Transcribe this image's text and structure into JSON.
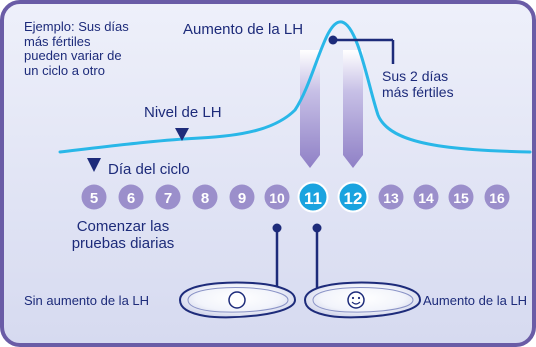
{
  "example_note": [
    "Ejemplo: Sus días",
    "más fértiles",
    "pueden variar de",
    "un ciclo a otro"
  ],
  "lh_surge_label": "Aumento de la LH",
  "fertile_days_label": [
    "Sus 2 días",
    "más fértiles"
  ],
  "lh_level_label": "Nivel de LH",
  "cycle_day_label": "Día del ciclo",
  "days": [
    "5",
    "6",
    "7",
    "8",
    "9",
    "10",
    "11",
    "12",
    "13",
    "14",
    "15",
    "16"
  ],
  "highlighted_days": [
    "11",
    "12"
  ],
  "daily_tests_label": [
    "Comenzar las",
    "pruebas diarias"
  ],
  "no_surge_result_label": "Sin aumento de la LH",
  "surge_result_label": "Aumento de la LH",
  "colors": {
    "background": "#dcdff2",
    "frame": "#6a5ca6",
    "curve": "#29b7e8",
    "day_circle": "#9b8fcb",
    "highlight_circle": "#1aa3df",
    "text": "#1d2b7a",
    "fertile_bar": "#a79dd2"
  }
}
